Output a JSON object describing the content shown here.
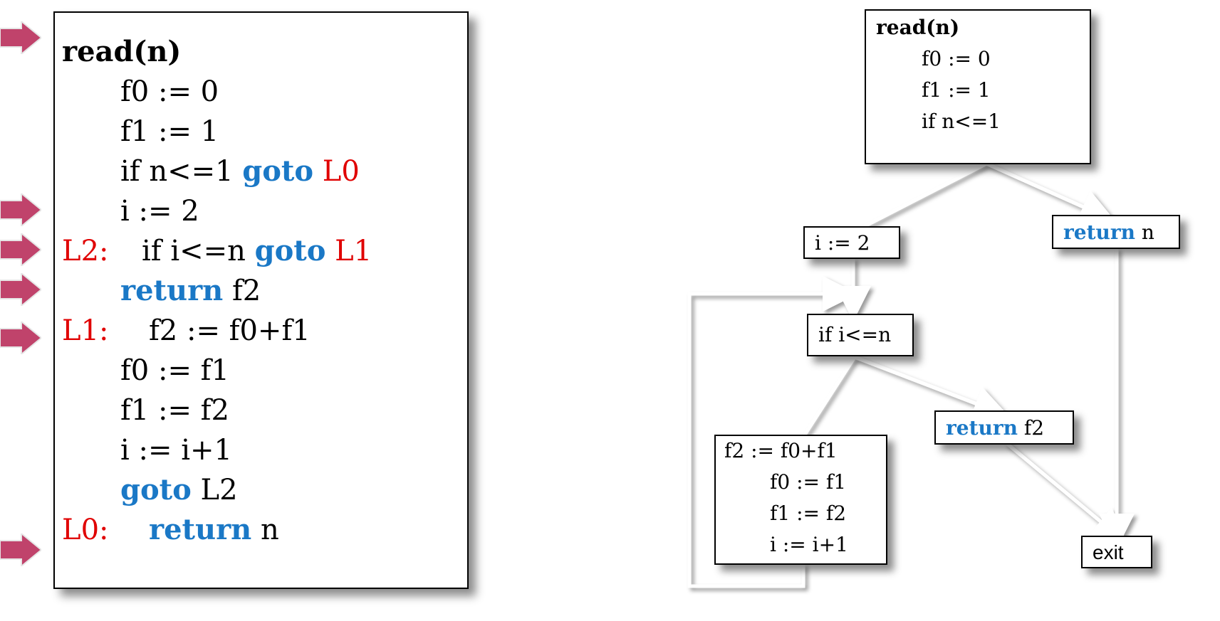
{
  "code": {
    "lines": [
      {
        "label": "",
        "kw1": "",
        "text": "read(n)",
        "kw2": "",
        "target": "",
        "bold": true
      },
      {
        "label": "",
        "kw1": "",
        "text": "f0 := 0",
        "kw2": "",
        "target": ""
      },
      {
        "label": "",
        "kw1": "",
        "text": "f1 := 1",
        "kw2": "",
        "target": ""
      },
      {
        "label": "",
        "kw1": "",
        "text": "if n<=1 ",
        "kw2": "goto",
        "target": " L0"
      },
      {
        "label": "",
        "kw1": "",
        "text": "i := 2",
        "kw2": "",
        "target": ""
      },
      {
        "label": "L2:",
        "kw1": "",
        "text": "if i<=n ",
        "kw2": "goto",
        "target": " L1"
      },
      {
        "label": "",
        "kw1": "return",
        "text": " f2",
        "kw2": "",
        "target": ""
      },
      {
        "label": "L1:",
        "kw1": "",
        "text": "f2 := f0+f1",
        "kw2": "",
        "target": ""
      },
      {
        "label": "",
        "kw1": "",
        "text": "f0 := f1",
        "kw2": "",
        "target": ""
      },
      {
        "label": "",
        "kw1": "",
        "text": "f1 := f2",
        "kw2": "",
        "target": ""
      },
      {
        "label": "",
        "kw1": "",
        "text": "i := i+1",
        "kw2": "",
        "target": ""
      },
      {
        "label": "",
        "kw1": "goto",
        "text": " L2",
        "kw2": "",
        "target": ""
      },
      {
        "label": "L0:",
        "kw1": "return",
        "text": " n",
        "kw2": "",
        "target": ""
      }
    ],
    "leader_arrow_lines": [
      0,
      4,
      5,
      6,
      7,
      12
    ]
  },
  "cfg": {
    "entry": {
      "lines": [
        "read(n)",
        "f0 := 0",
        "f1 := 1",
        "if n<=1"
      ]
    },
    "init": {
      "text": "i := 2"
    },
    "return_n": {
      "kw": "return",
      "text": " n"
    },
    "cond": {
      "text": "if i<=n"
    },
    "return_f2": {
      "kw": "return",
      "text": " f2"
    },
    "body": {
      "lines": [
        "f2 := f0+f1",
        "f0 := f1",
        "f1 := f2",
        "i := i+1"
      ]
    },
    "exit": {
      "text": "exit"
    }
  },
  "colors": {
    "keyword": "#1a78c6",
    "label": "#e00000",
    "arrow": "#c0436b",
    "edge": "#ffffff"
  }
}
